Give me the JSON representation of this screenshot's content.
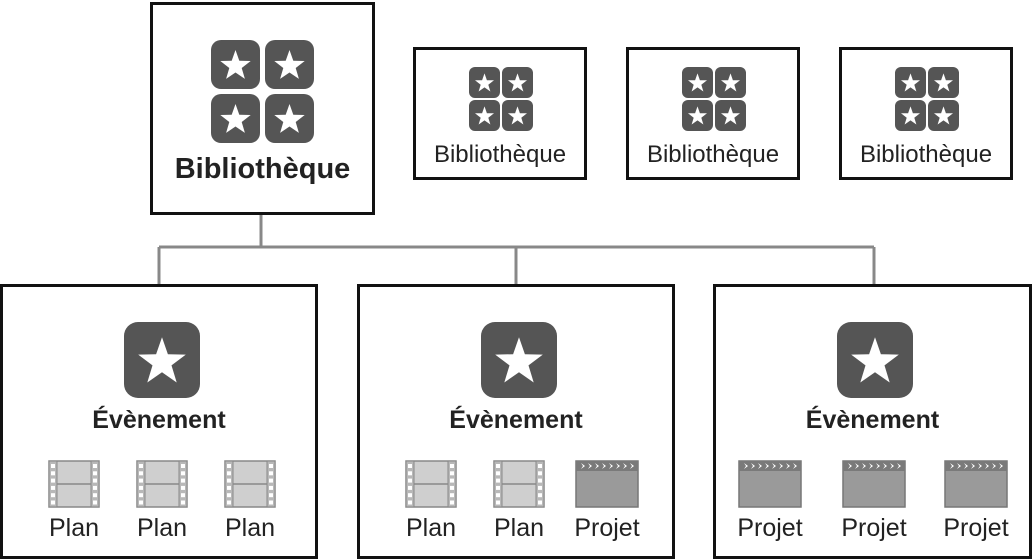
{
  "library_main": {
    "label": "Bibliothèque"
  },
  "libraries_other": [
    {
      "label": "Bibliothèque"
    },
    {
      "label": "Bibliothèque"
    },
    {
      "label": "Bibliothèque"
    }
  ],
  "events": [
    {
      "label": "Évènement",
      "items": [
        {
          "type": "clip",
          "label": "Plan"
        },
        {
          "type": "clip",
          "label": "Plan"
        },
        {
          "type": "clip",
          "label": "Plan"
        }
      ]
    },
    {
      "label": "Évènement",
      "items": [
        {
          "type": "clip",
          "label": "Plan"
        },
        {
          "type": "clip",
          "label": "Plan"
        },
        {
          "type": "project",
          "label": "Projet"
        }
      ]
    },
    {
      "label": "Évènement",
      "items": [
        {
          "type": "project",
          "label": "Projet"
        },
        {
          "type": "project",
          "label": "Projet"
        },
        {
          "type": "project",
          "label": "Projet"
        }
      ]
    }
  ],
  "colors": {
    "icon_dark": "#555555",
    "film_light": "#cfcfcf",
    "clapper": "#9a9a9a",
    "line": "#888888",
    "border": "#111111"
  },
  "icons": {
    "library": "library-icon",
    "event": "event-star-icon",
    "clip": "film-clip-icon",
    "project": "clapperboard-icon"
  }
}
